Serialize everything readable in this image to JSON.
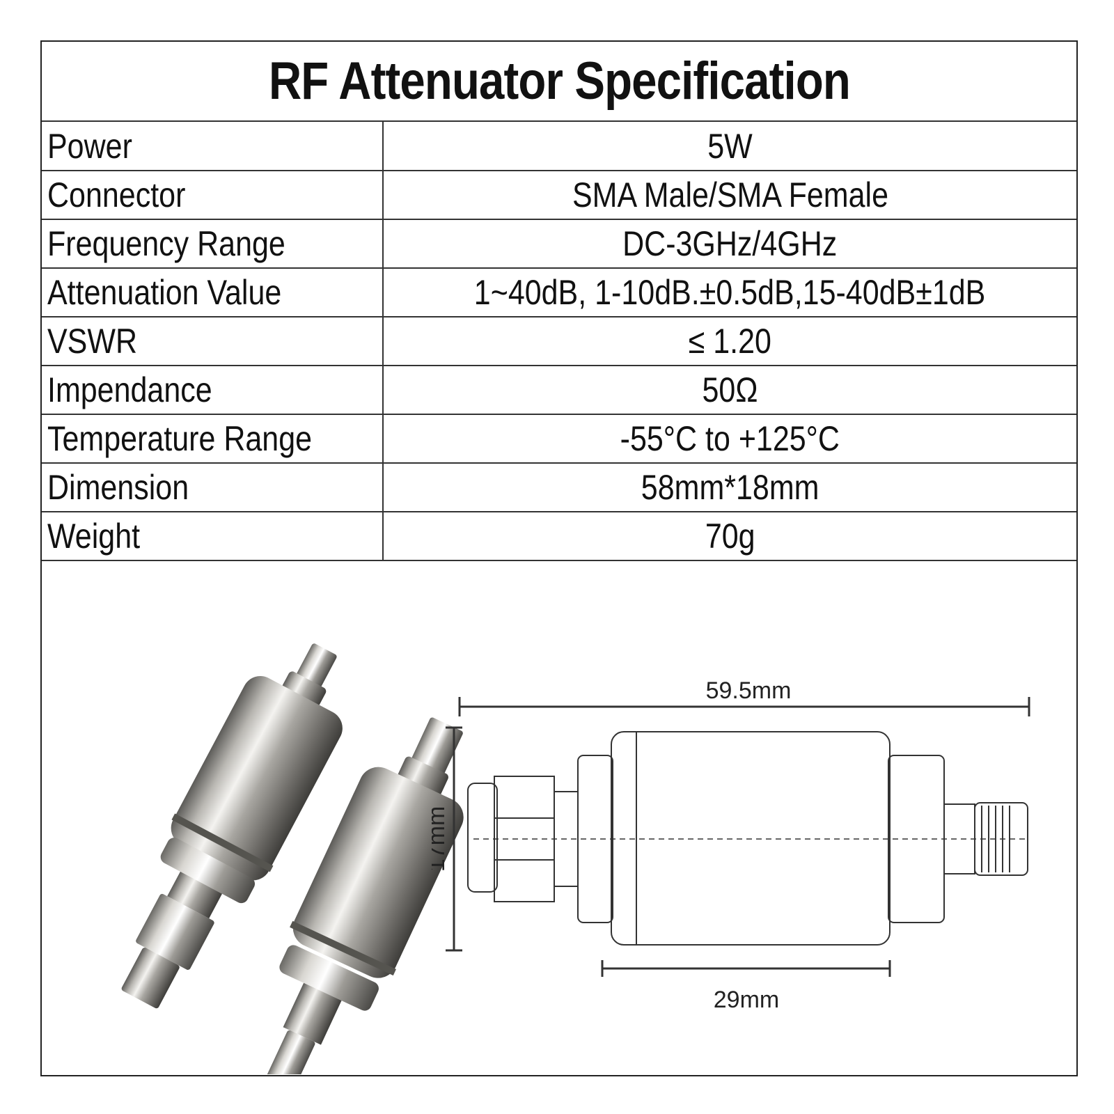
{
  "title": "RF Attenuator Specification",
  "specs": [
    {
      "label": "Power",
      "value": "5W"
    },
    {
      "label": "Connector",
      "value": "SMA Male/SMA Female"
    },
    {
      "label": "Frequency Range",
      "value": "DC-3GHz/4GHz"
    },
    {
      "label": "Attenuation Value",
      "value": "1~40dB, 1-10dB.±0.5dB,15-40dB±1dB"
    },
    {
      "label": "VSWR",
      "value": "≤ 1.20"
    },
    {
      "label": "Impendance",
      "value": "50Ω"
    },
    {
      "label": "Temperature Range",
      "value": "-55°C to +125°C"
    },
    {
      "label": "Dimension",
      "value": "58mm*18mm"
    },
    {
      "label": "Weight",
      "value": "70g"
    }
  ],
  "drawing": {
    "length_label": "59.5mm",
    "height_label": "17mm",
    "body_label": "29mm"
  }
}
